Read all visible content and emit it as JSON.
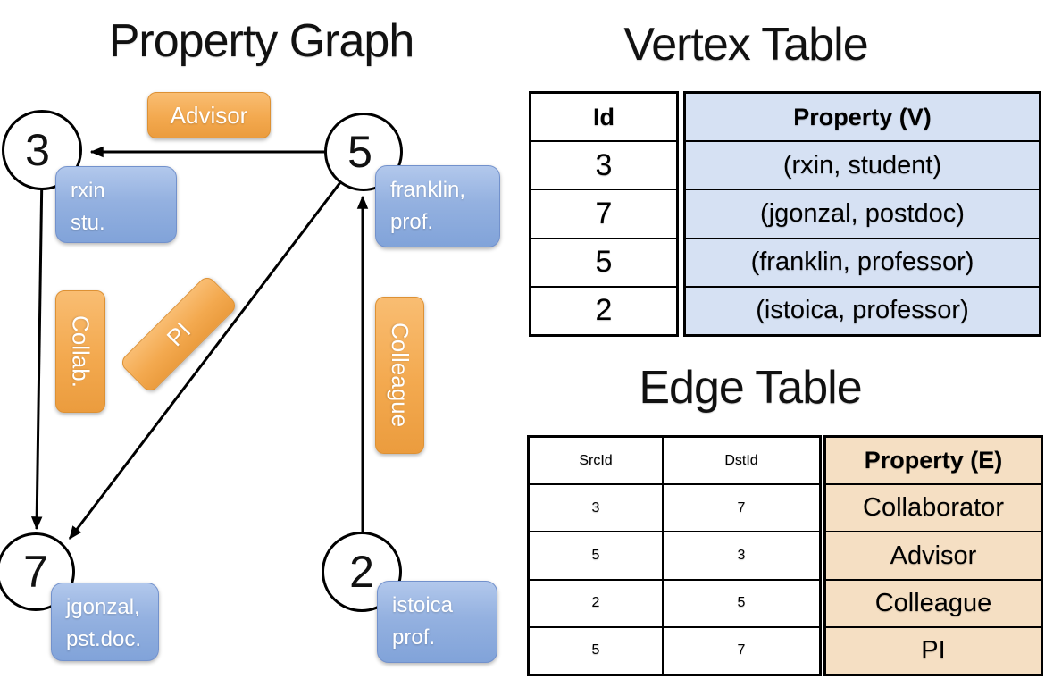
{
  "titles": {
    "graph": "Property Graph",
    "vertex_table": "Vertex Table",
    "edge_table": "Edge Table"
  },
  "graph": {
    "nodes": [
      {
        "id": "3",
        "prop_line1": "rxin",
        "prop_line2": "stu."
      },
      {
        "id": "5",
        "prop_line1": "franklin,",
        "prop_line2": "prof."
      },
      {
        "id": "7",
        "prop_line1": "jgonzal,",
        "prop_line2": "pst.doc."
      },
      {
        "id": "2",
        "prop_line1": "istoica",
        "prop_line2": "prof."
      }
    ],
    "edge_labels": {
      "advisor": "Advisor",
      "collab": "Collab.",
      "pi": "PI",
      "colleague": "Colleague"
    }
  },
  "vertex_table": {
    "headers": {
      "id": "Id",
      "property": "Property (V)"
    },
    "rows": [
      {
        "id": "3",
        "property": "(rxin, student)"
      },
      {
        "id": "7",
        "property": "(jgonzal, postdoc)"
      },
      {
        "id": "5",
        "property": "(franklin, professor)"
      },
      {
        "id": "2",
        "property": "(istoica, professor)"
      }
    ]
  },
  "edge_table": {
    "headers": {
      "src": "SrcId",
      "dst": "DstId",
      "property": "Property (E)"
    },
    "rows": [
      {
        "src": "3",
        "dst": "7",
        "property": "Collaborator"
      },
      {
        "src": "5",
        "dst": "3",
        "property": "Advisor"
      },
      {
        "src": "2",
        "dst": "5",
        "property": "Colleague"
      },
      {
        "src": "5",
        "dst": "7",
        "property": "PI"
      }
    ]
  },
  "colors": {
    "edge_pill_orange": "#f3a94f",
    "vertex_box_blue": "#94b1e0",
    "vertex_table_fill": "#d6e1f3",
    "edge_table_fill": "#f5dfc3",
    "line_black": "#000000"
  }
}
